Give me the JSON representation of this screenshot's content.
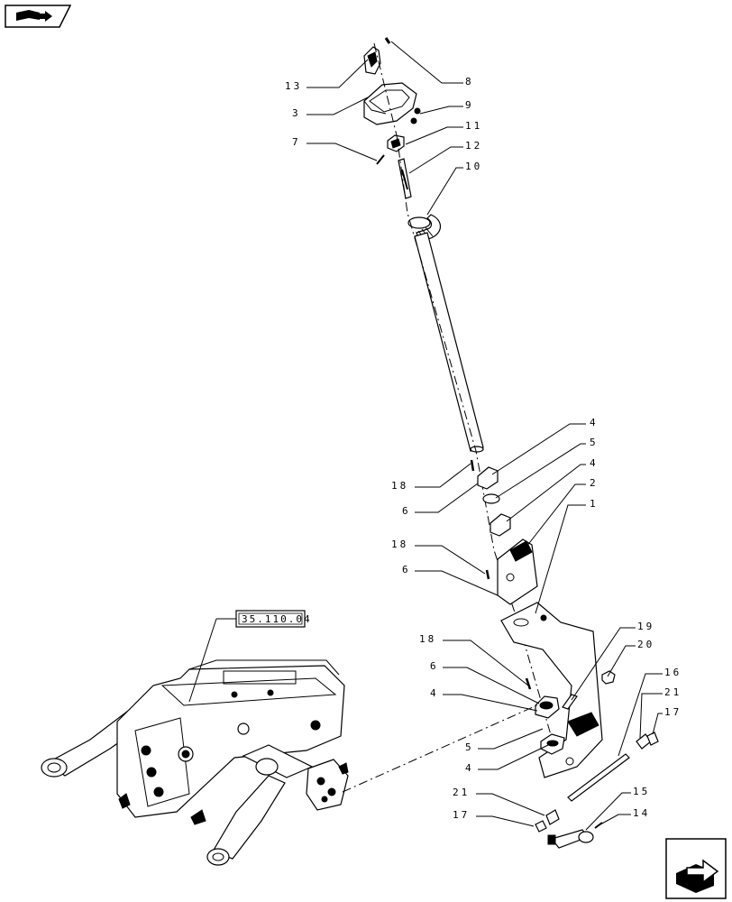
{
  "reference_box": "35.110.04",
  "callouts": {
    "c13": "13",
    "c3": "3",
    "c7": "7",
    "c8": "8",
    "c9": "9",
    "c11": "11",
    "c12": "12",
    "c10": "10",
    "c4a": "4",
    "c5a": "5",
    "c4b": "4",
    "c2": "2",
    "c1": "1",
    "c18a": "18",
    "c6a": "6",
    "c18b": "18",
    "c6b": "6",
    "c18c": "18",
    "c6c": "6",
    "c4c": "4",
    "c5b": "5",
    "c4d": "4",
    "c19": "19",
    "c20": "20",
    "c16": "16",
    "c21a": "21",
    "c17a": "17",
    "c21b": "21",
    "c17b": "17",
    "c15": "15",
    "c14": "14"
  },
  "icons": {
    "top_left": "book-arrow-icon",
    "bottom_right": "next-page-arrow-icon"
  }
}
